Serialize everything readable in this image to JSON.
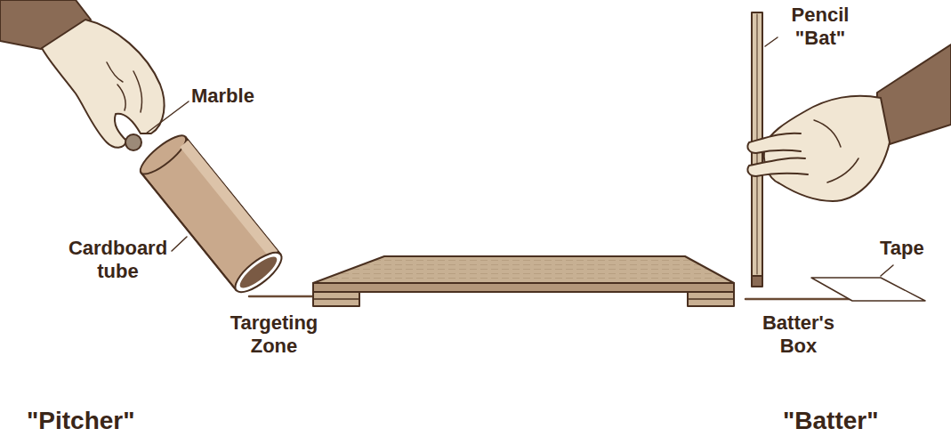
{
  "diagram": {
    "labels": [
      "Marble",
      "Cardboard tube",
      "Targeting Zone",
      "Pencil \"Bat\"",
      "Tape",
      "Batter's Box",
      "\"Pitcher\"",
      "\"Batter\""
    ]
  }
}
